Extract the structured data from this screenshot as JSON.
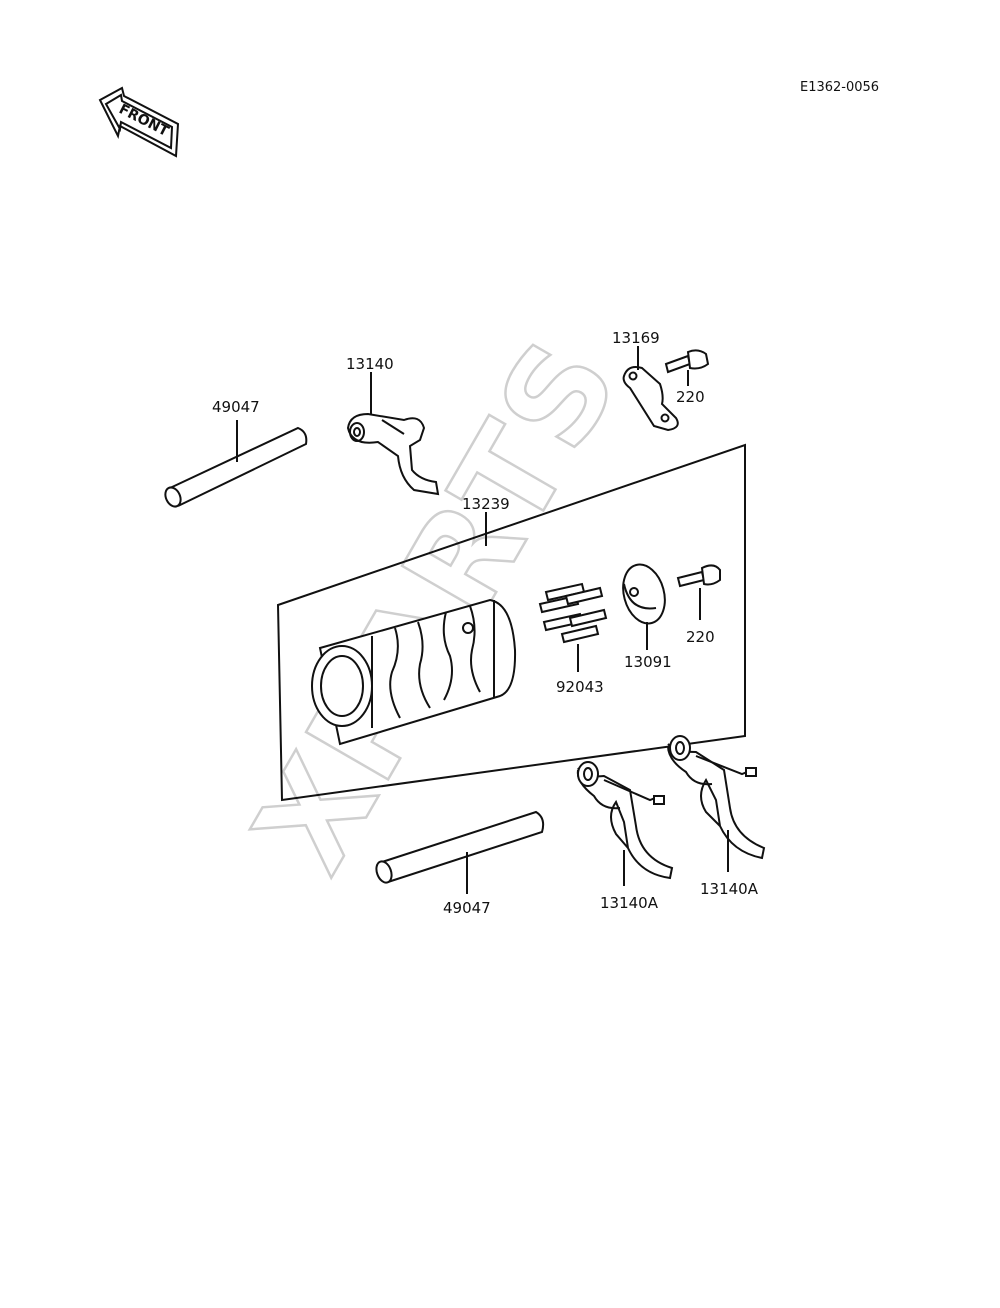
{
  "diagram_code": "E1362-0056",
  "front_label": "FRONT",
  "watermark": "XPARTS",
  "parts": {
    "shaft_upper": "49047",
    "fork_upper": "13140",
    "drum_assembly": "13239",
    "plate": "13169",
    "bolt_plate": "220",
    "pins": "92043",
    "cam": "13091",
    "bolt_cam": "220",
    "shaft_lower": "49047",
    "fork_lower_left": "13140A",
    "fork_lower_right": "13140A"
  }
}
